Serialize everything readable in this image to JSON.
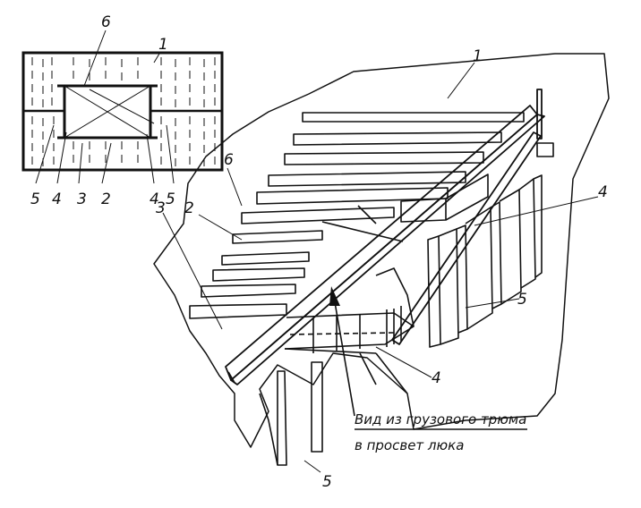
{
  "inset": {
    "labels": {
      "top_left": "6",
      "top_right": "1",
      "bottom": [
        "5",
        "4",
        "3",
        "2",
        "4",
        "5"
      ]
    }
  },
  "main": {
    "labels": {
      "deck": "1",
      "beam": "6",
      "girder": "2",
      "coaming_long": "3",
      "coaming_upper": "4",
      "coaming_lower": "4",
      "pillar_right": "5",
      "pillar_bottom": "5"
    },
    "caption_line1": "Вид из грузового трюма",
    "caption_line2": "в просвет  люка"
  },
  "colors": {
    "ink": "#111111",
    "paper": "#ffffff"
  }
}
